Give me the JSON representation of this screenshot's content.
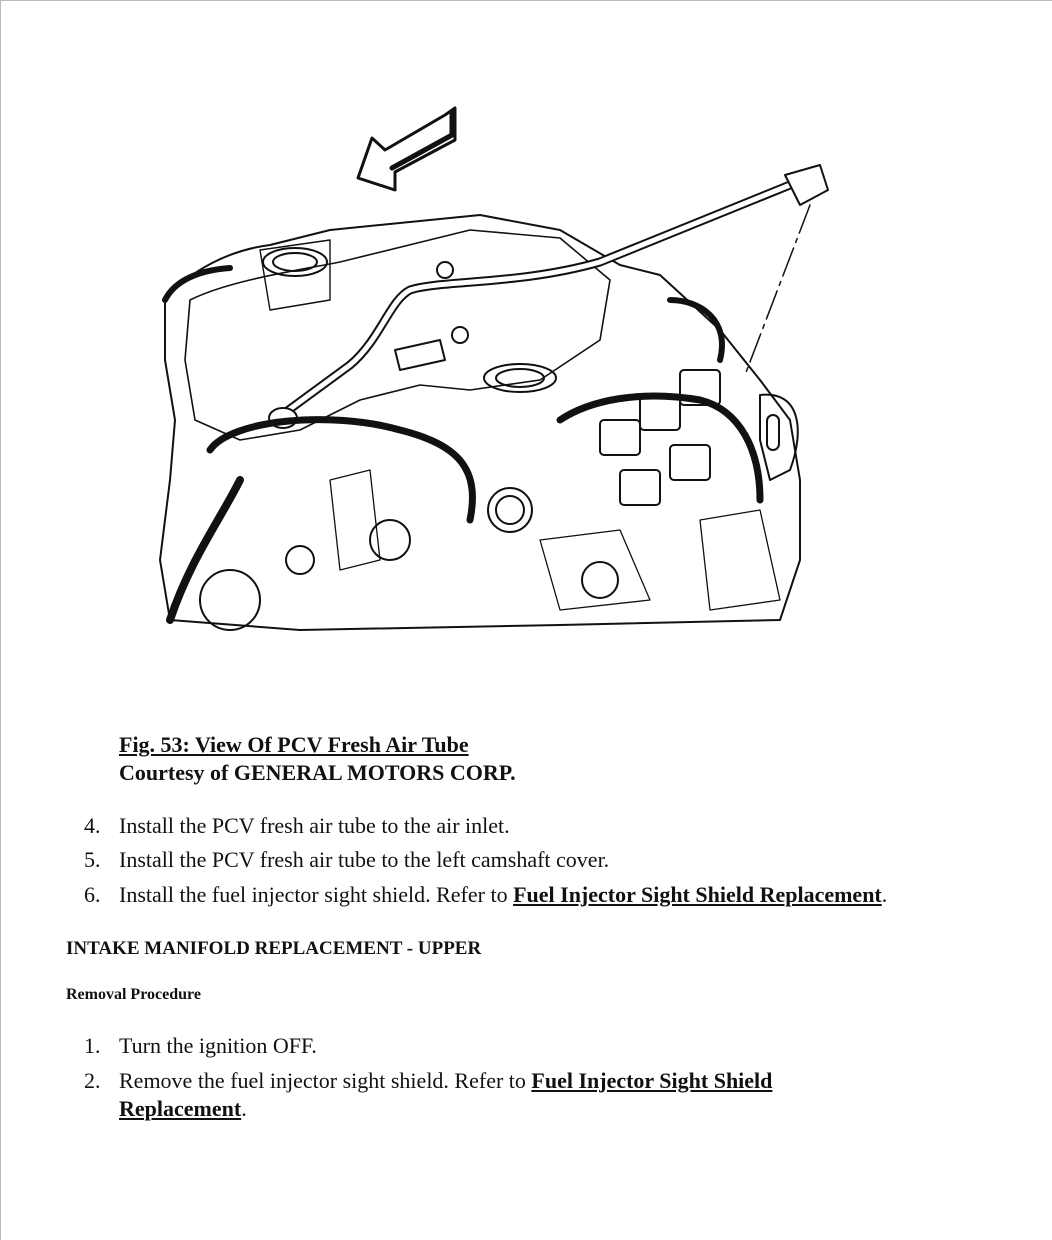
{
  "figure": {
    "caption": "Fig. 53: View Of PCV Fresh Air Tube",
    "courtesy": "Courtesy of GENERAL MOTORS CORP."
  },
  "install_steps": [
    {
      "num": "4.",
      "text": "Install the PCV fresh air tube to the air inlet."
    },
    {
      "num": "5.",
      "text": "Install the PCV fresh air tube to the left camshaft cover."
    },
    {
      "num": "6.",
      "text": "Install the fuel injector sight shield. Refer to ",
      "link": "Fuel Injector Sight Shield Replacement",
      "tail": "."
    }
  ],
  "section_title": "INTAKE MANIFOLD REPLACEMENT - UPPER",
  "subsection_title": "Removal Procedure",
  "removal_steps": [
    {
      "num": "1.",
      "text": "Turn the ignition OFF."
    },
    {
      "num": "2.",
      "text": "Remove the fuel injector sight shield. Refer to ",
      "link_line1": "Fuel Injector Sight Shield",
      "link_line2": "Replacement",
      "tail": "."
    }
  ]
}
